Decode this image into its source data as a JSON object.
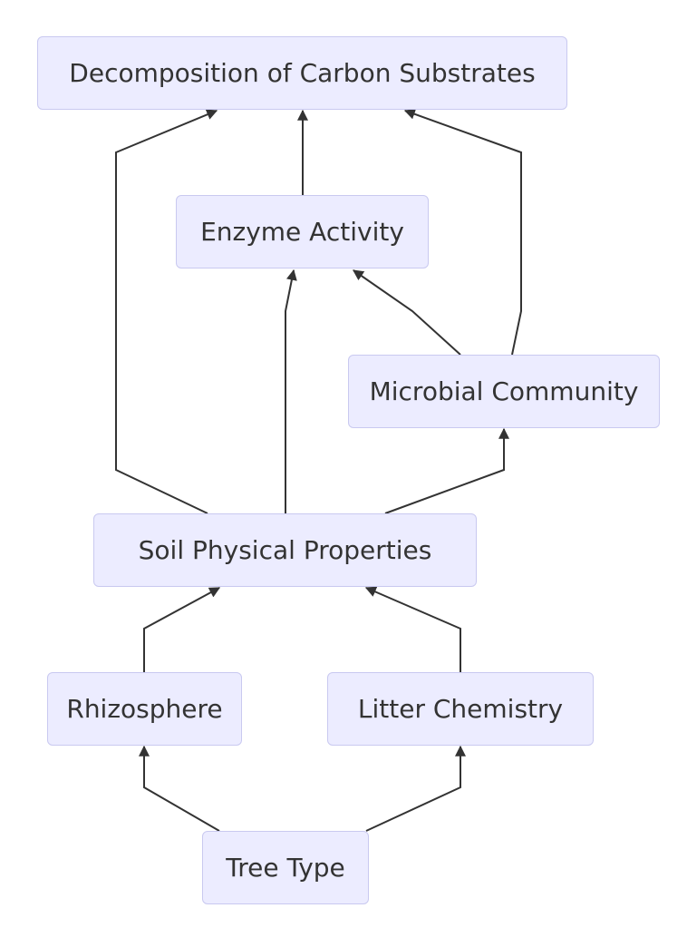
{
  "diagram": {
    "nodes": {
      "decomposition": "Decomposition of Carbon Substrates",
      "enzyme": "Enzyme Activity",
      "microbial": "Microbial Community",
      "soil": "Soil Physical Properties",
      "rhizosphere": "Rhizosphere",
      "litter": "Litter Chemistry",
      "tree": "Tree Type"
    },
    "edges": [
      {
        "from": "Tree Type",
        "to": "Rhizosphere"
      },
      {
        "from": "Tree Type",
        "to": "Litter Chemistry"
      },
      {
        "from": "Rhizosphere",
        "to": "Soil Physical Properties"
      },
      {
        "from": "Litter Chemistry",
        "to": "Soil Physical Properties"
      },
      {
        "from": "Soil Physical Properties",
        "to": "Microbial Community"
      },
      {
        "from": "Soil Physical Properties",
        "to": "Enzyme Activity"
      },
      {
        "from": "Soil Physical Properties",
        "to": "Decomposition of Carbon Substrates"
      },
      {
        "from": "Microbial Community",
        "to": "Enzyme Activity"
      },
      {
        "from": "Microbial Community",
        "to": "Decomposition of Carbon Substrates"
      },
      {
        "from": "Enzyme Activity",
        "to": "Decomposition of Carbon Substrates"
      }
    ],
    "colors": {
      "node_fill": "#ececff",
      "node_border": "#c9c9f0",
      "edge": "#333333",
      "text": "#333333"
    }
  }
}
